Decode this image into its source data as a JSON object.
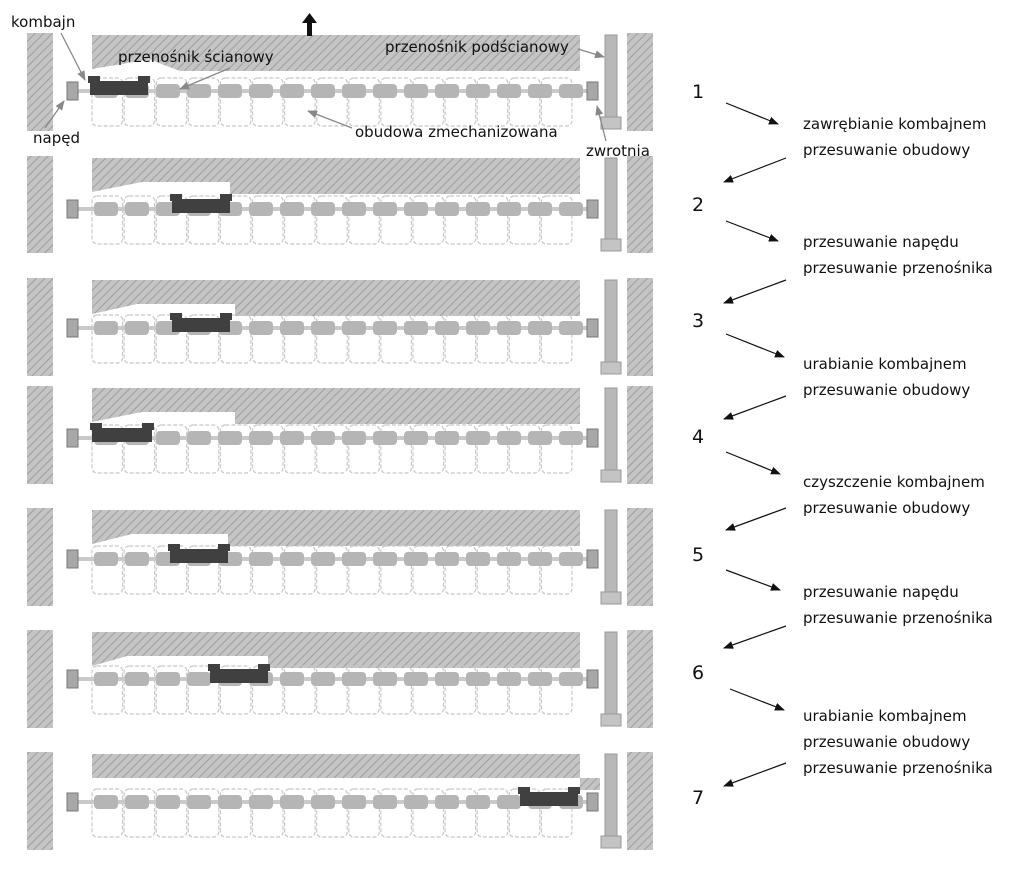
{
  "labels": {
    "kombajn": "kombajn",
    "naped": "napęd",
    "przenosnik_scianowy": "przenośnik ścianowy",
    "przenosnik_podscianowy": "przenośnik podścianowy",
    "obudowa": "obudowa zmechanizowana",
    "zwrotnia": "zwrotnia"
  },
  "steps": [
    {
      "number": "1",
      "actions": [
        "zawrębianie kombajnem",
        "przesuwanie obudowy"
      ]
    },
    {
      "number": "2",
      "actions": [
        "przesuwanie napędu",
        "przesuwanie przenośnika"
      ]
    },
    {
      "number": "3",
      "actions": [
        "urabianie kombajnem",
        "przesuwanie obudowy"
      ]
    },
    {
      "number": "4",
      "actions": [
        "czyszczenie kombajnem",
        "przesuwanie obudowy"
      ]
    },
    {
      "number": "5",
      "actions": [
        "przesuwanie napędu",
        "przesuwanie przenośnika"
      ]
    },
    {
      "number": "6",
      "actions": [
        "urabianie kombajnem",
        "przesuwanie obudowy",
        "przesuwanie przenośnika"
      ]
    },
    {
      "number": "7",
      "actions": []
    }
  ],
  "colors": {
    "coal_hatch": "#b3b3b3",
    "conveyor": "#b5b5b5",
    "shearer": "#404040",
    "support_outline": "#c8c8c8",
    "arrow": "#111111"
  }
}
